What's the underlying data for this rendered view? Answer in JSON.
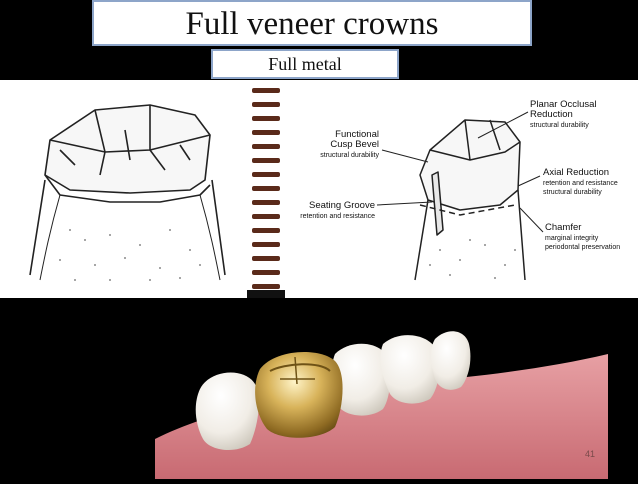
{
  "slide": {
    "title": "Full veneer crowns",
    "subtitle": "Full metal",
    "page_number": "41"
  },
  "diagram": {
    "labels": {
      "planar_occlusal_line1": "Planar Occlusal",
      "planar_occlusal_line2": "Reduction",
      "planar_occlusal_note": "structural durability",
      "functional_bevel_line1": "Functional",
      "functional_bevel_line2": "Cusp Bevel",
      "functional_bevel_note": "structural durability",
      "seating_groove": "Seating Groove",
      "seating_groove_note": "retention and resistance",
      "axial_reduction": "Axial Reduction",
      "axial_reduction_note1": "retention and resistance",
      "axial_reduction_note2": "structural durability",
      "chamfer": "Chamfer",
      "chamfer_note1": "marginal integrity",
      "chamfer_note2": "periodontal preservation"
    }
  },
  "colors": {
    "background": "#000000",
    "title_border": "#8da5c9",
    "gold_crown": "#c9a544",
    "gum": "#d9868c"
  }
}
